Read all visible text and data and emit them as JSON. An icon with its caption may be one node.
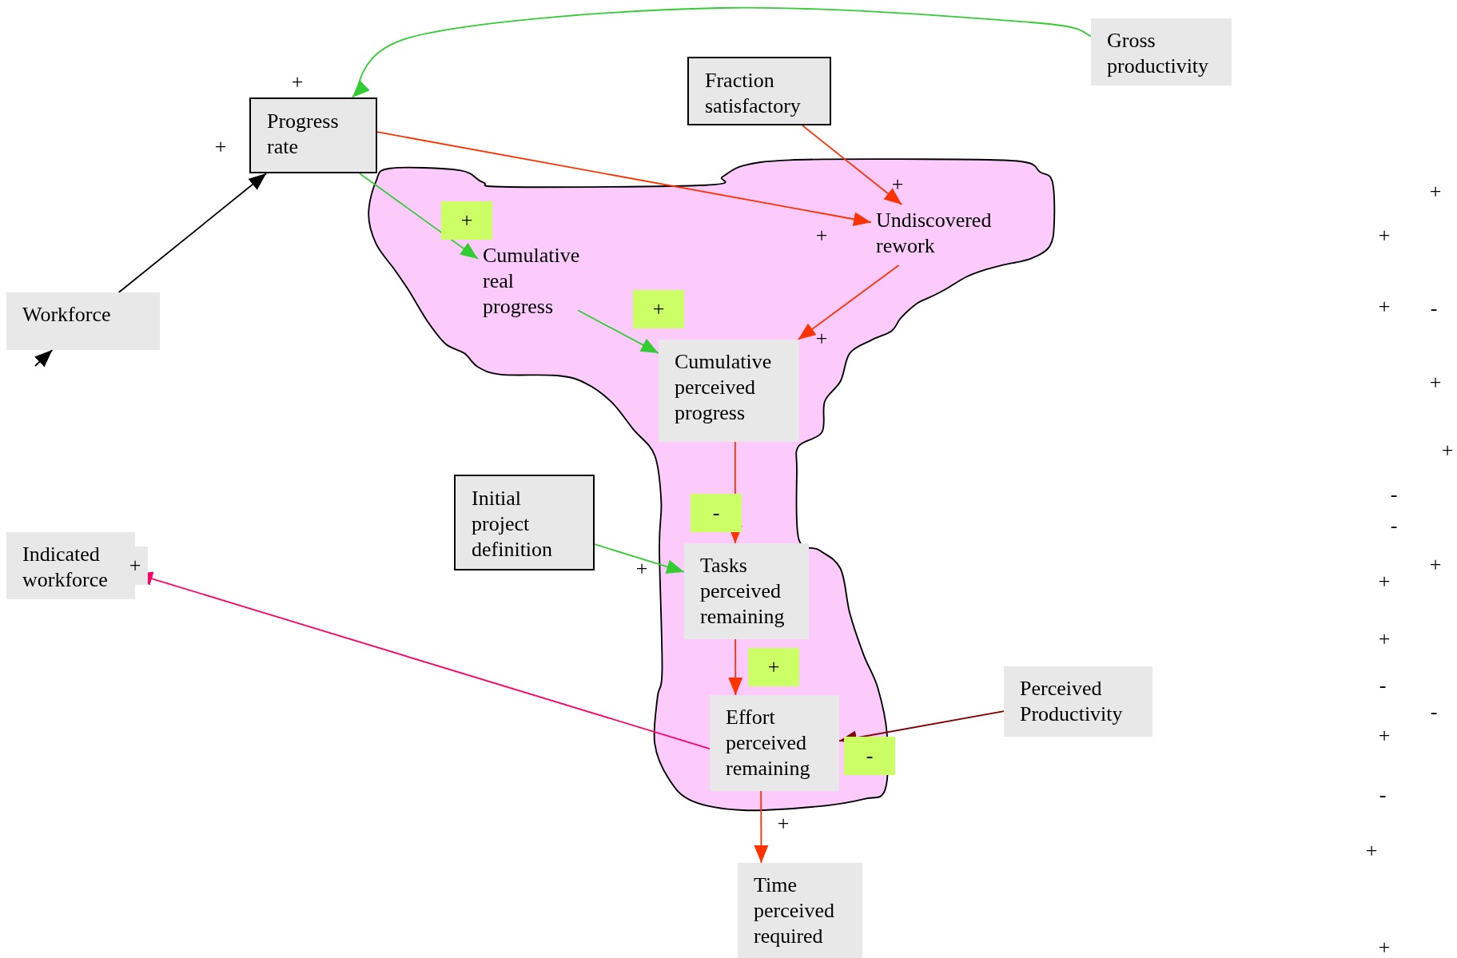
{
  "diagram": {
    "nodes": [
      {
        "text": [
          "Gross productivity"
        ]
      },
      {
        "text": [
          "Fraction satisfactory"
        ]
      },
      {
        "text": [
          "Progress rate"
        ],
        "beside": [
          "+"
        ]
      },
      {
        "text": [],
        "shape": "blob"
      },
      {
        "text": [
          "Undiscovered rework"
        ],
        "in": 3
      },
      {
        "text": [
          "Cumulative real progress"
        ],
        "in": 3
      },
      {
        "text": [
          "Workforce"
        ]
      },
      {
        "text": [
          "Cumulative perceived progress"
        ],
        "in": 3
      },
      {
        "text": [
          "Initial project definition"
        ]
      },
      {
        "text": [
          "Indicated workforce"
        ]
      },
      {
        "text": [
          "Tasks perceived remaining"
        ],
        "in": 3
      },
      {
        "text": [
          "Perceived Productivity"
        ]
      },
      {
        "text": [
          "Effort perceived remaining"
        ],
        "in": 3
      },
      {
        "text": [
          "Time perceived required"
        ]
      }
    ],
    "edges": [
      {
        "from": 0,
        "to": 2,
        "arrow": "to",
        "color": "#33cc33"
      },
      {
        "from": 1,
        "to": 4,
        "arrow": "to"
      },
      {
        "from": 2,
        "to": 4,
        "arrow": "to"
      },
      {
        "from": 2,
        "to": 5,
        "arrow": "to",
        "label": "+",
        "color": "#33cc33"
      },
      {
        "from": 6,
        "to": 2,
        "arrow": "to",
        "color": "#000000"
      },
      {
        "from": null,
        "to": 6,
        "arrow": "to",
        "color": "#000000"
      },
      {
        "from": 4,
        "to": 7,
        "arrow": "to"
      },
      {
        "from": 5,
        "to": 7,
        "arrow": "to",
        "label": "+",
        "color": "#33cc33"
      },
      {
        "from": 7,
        "to": 10,
        "arrow": "to",
        "label": "-"
      },
      {
        "from": 8,
        "to": 10,
        "arrow": "to",
        "color": "#33cc33"
      },
      {
        "from": 10,
        "to": 12,
        "arrow": "to",
        "label": "+"
      },
      {
        "from": 11,
        "to": 12,
        "arrow": "to",
        "label": "-",
        "color": "#800000"
      },
      {
        "from": 12,
        "to": 9,
        "arrow": "to",
        "color": "#ff0066"
      },
      {
        "from": 12,
        "to": 13,
        "arrow": "to"
      }
    ],
    "labels": [
      "+",
      "+",
      "+",
      "+",
      "+",
      "+",
      "-",
      "+",
      "+",
      "+",
      "-",
      "-",
      "+",
      "+",
      "+",
      "+",
      "+",
      "-",
      "-",
      "+",
      "-",
      "+",
      "+",
      "+"
    ]
  }
}
